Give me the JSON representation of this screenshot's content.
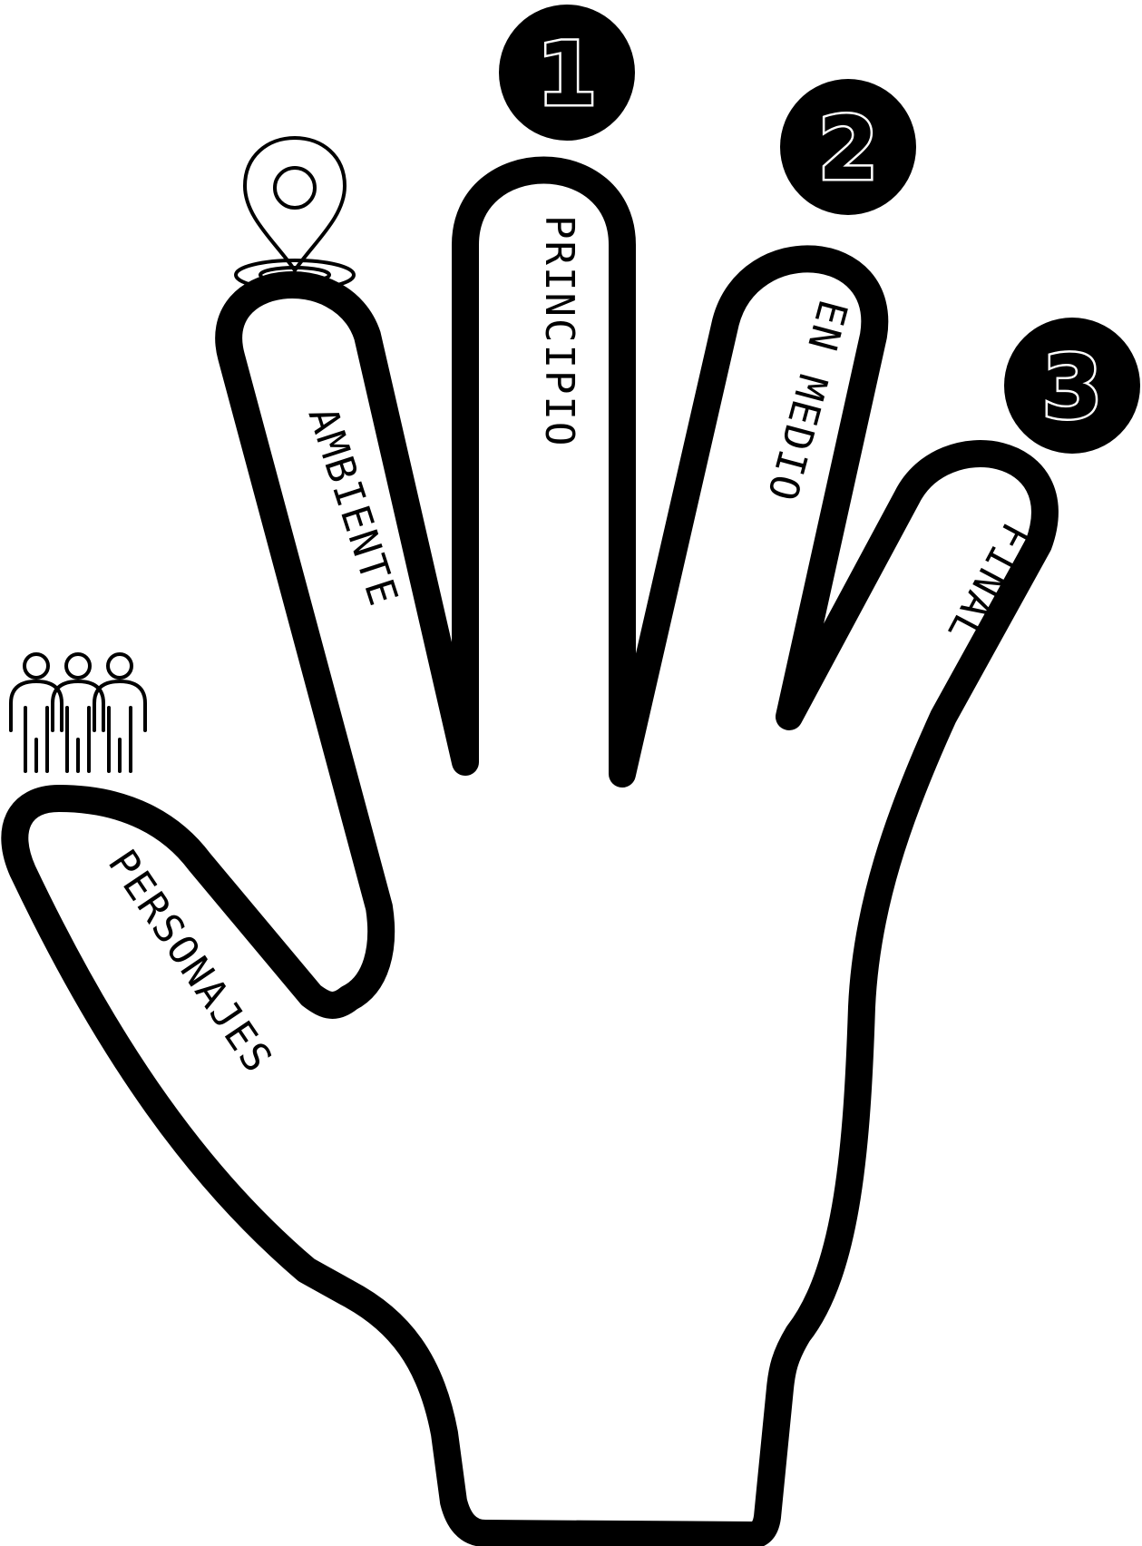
{
  "fingers": {
    "thumb": "PERSONAJES",
    "index": "AMBIENTE",
    "middle": "PRINCIPIO",
    "ring": "EN MEDIO",
    "pinky": "FINAL"
  },
  "badges": {
    "first": "1",
    "second": "2",
    "third": "3"
  },
  "icons": {
    "location": "location-pin-icon",
    "people": "people-group-icon"
  },
  "colors": {
    "ink": "#000000",
    "paper": "#ffffff"
  }
}
